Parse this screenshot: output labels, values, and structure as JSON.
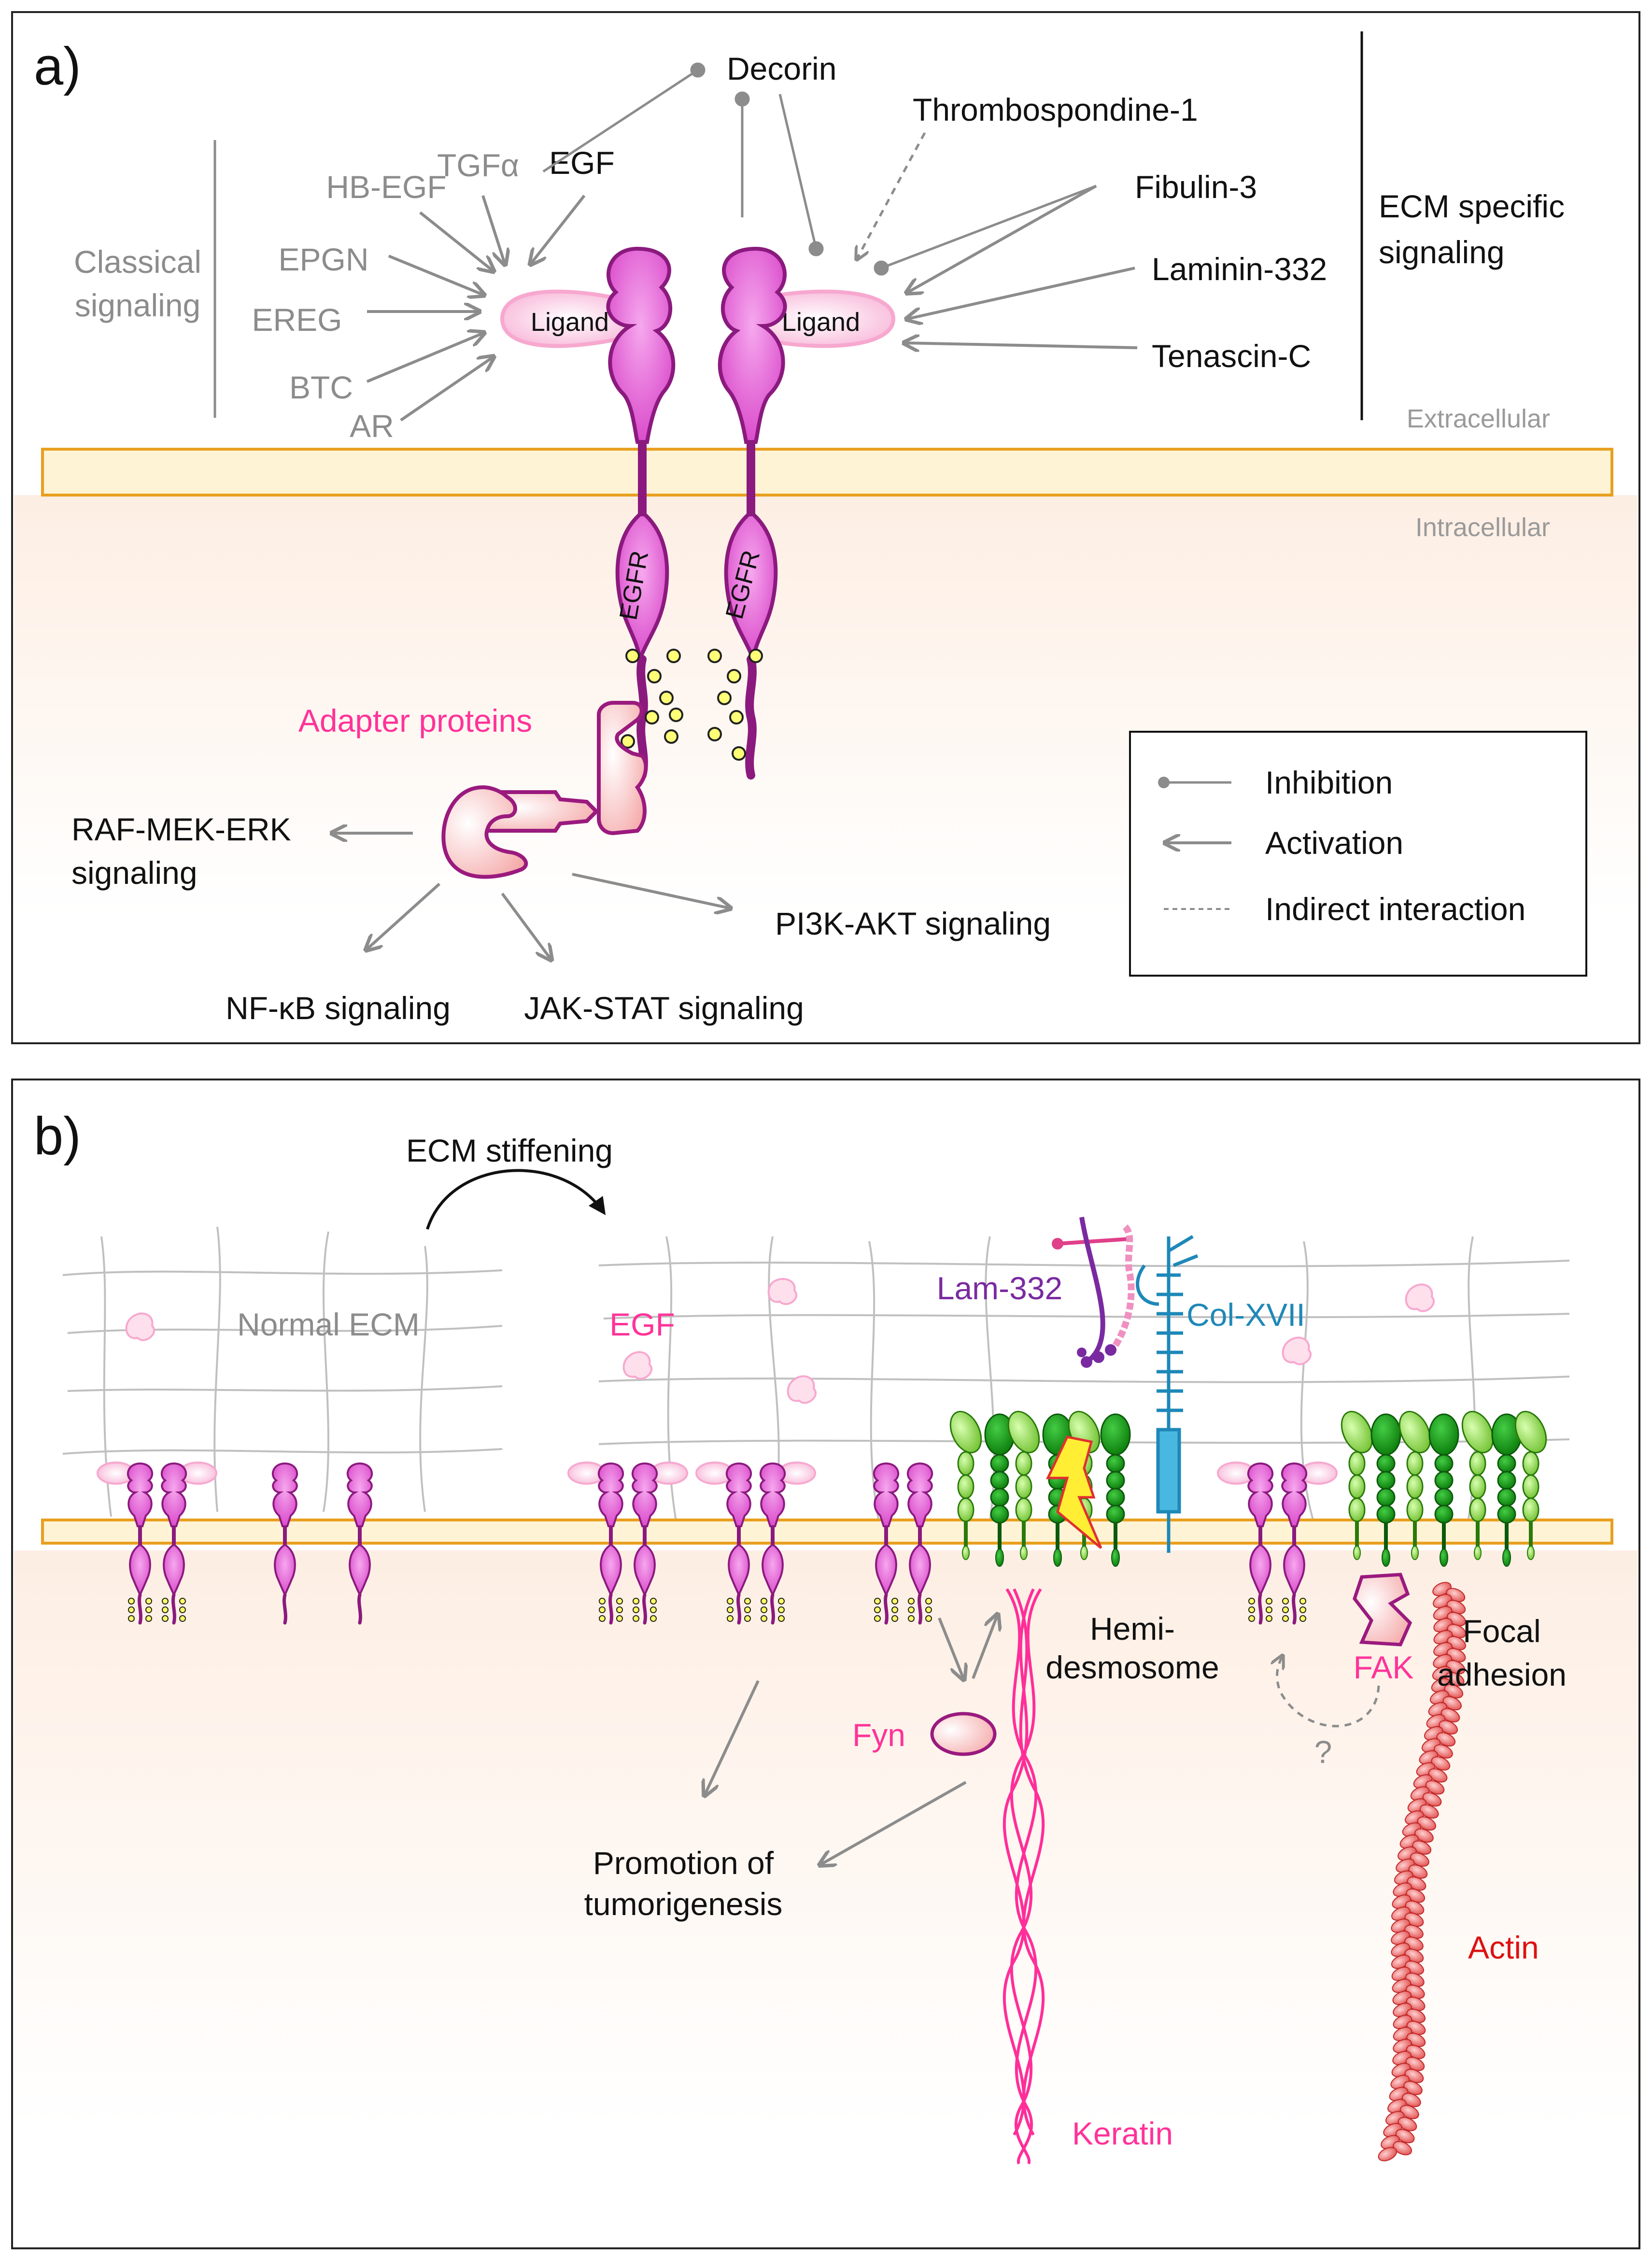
{
  "panel_a": {
    "tag": "a)",
    "classical_signaling": [
      "Classical",
      "signaling"
    ],
    "ligands_left": [
      "TGFα",
      "HB-EGF",
      "EGF",
      "EPGN",
      "EREG",
      "BTC",
      "AR"
    ],
    "ecm_ligands": [
      "Decorin",
      "Thrombospondine-1",
      "Fibulin-3",
      "Laminin-332",
      "Tenascin-C"
    ],
    "ecm_specific_signaling": [
      "ECM specific",
      "signaling"
    ],
    "ligand_label": "Ligand",
    "extracellular": "Extracellular",
    "intracellular": "Intracellular",
    "receptor_label": "EGFR",
    "adapter_proteins": "Adapter proteins",
    "pathways": {
      "raf": [
        "RAF-MEK-ERK",
        "signaling"
      ],
      "pi3k": "PI3K-AKT signaling",
      "nfkb": "NF-κB signaling",
      "jak": "JAK-STAT signaling"
    },
    "legend": {
      "inhibition": "Inhibition",
      "activation": "Activation",
      "indirect": "Indirect interaction"
    }
  },
  "panel_b": {
    "tag": "b)",
    "ecm_stiffening": "ECM stiffening",
    "normal_ecm": "Normal ECM",
    "egf": "EGF",
    "lam332": "Lam-332",
    "colxvii": "Col-XVII",
    "hemidesmosome": [
      "Hemi-",
      "desmosome"
    ],
    "focal_adhesion": [
      "Focal",
      "adhesion"
    ],
    "fak": "FAK",
    "fyn": "Fyn",
    "question": "?",
    "promotion": [
      "Promotion of",
      "tumorigenesis"
    ],
    "keratin": "Keratin",
    "actin": "Actin"
  },
  "colors": {
    "receptor": "#e040d0",
    "receptor_dark": "#8b1a7e",
    "membrane": "#fff3d6",
    "membrane_border": "#e8a020",
    "pink_label": "#ff3399",
    "gray_label": "#8c8c8c",
    "purple_label": "#7a2aa0",
    "blue_label": "#1e88b8",
    "red_label": "#dd1111"
  }
}
